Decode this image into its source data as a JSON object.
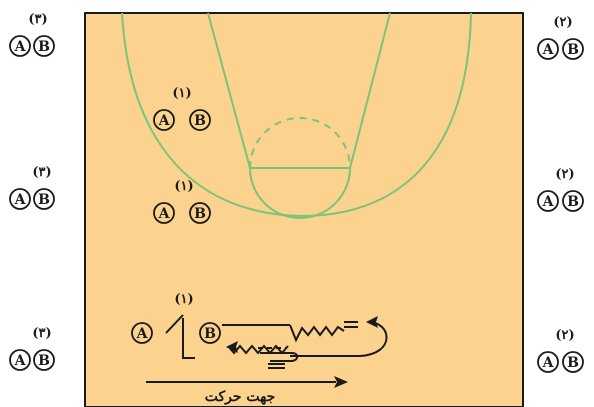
{
  "court": {
    "floor_color": "#fbd38f",
    "line_color": "#7cc47a",
    "border_color": "#1a1a1a"
  },
  "player_labels": {
    "a": "A",
    "b": "B"
  },
  "group_numbers": {
    "one": "(۱)",
    "two": "(۲)",
    "three": "(۳)"
  },
  "direction_label": "جهت حرکت",
  "pairs": [
    {
      "id": "left-top",
      "number": "(۳)"
    },
    {
      "id": "left-middle",
      "number": "(۳)"
    },
    {
      "id": "left-bottom",
      "number": "(۳)"
    },
    {
      "id": "right-top",
      "number": "(۲)"
    },
    {
      "id": "right-middle",
      "number": "(۲)"
    },
    {
      "id": "right-bottom",
      "number": "(۲)"
    },
    {
      "id": "center-upper",
      "number": "(۱)"
    },
    {
      "id": "center-lower",
      "number": "(۱)"
    },
    {
      "id": "drill",
      "number": "(۱)"
    }
  ]
}
